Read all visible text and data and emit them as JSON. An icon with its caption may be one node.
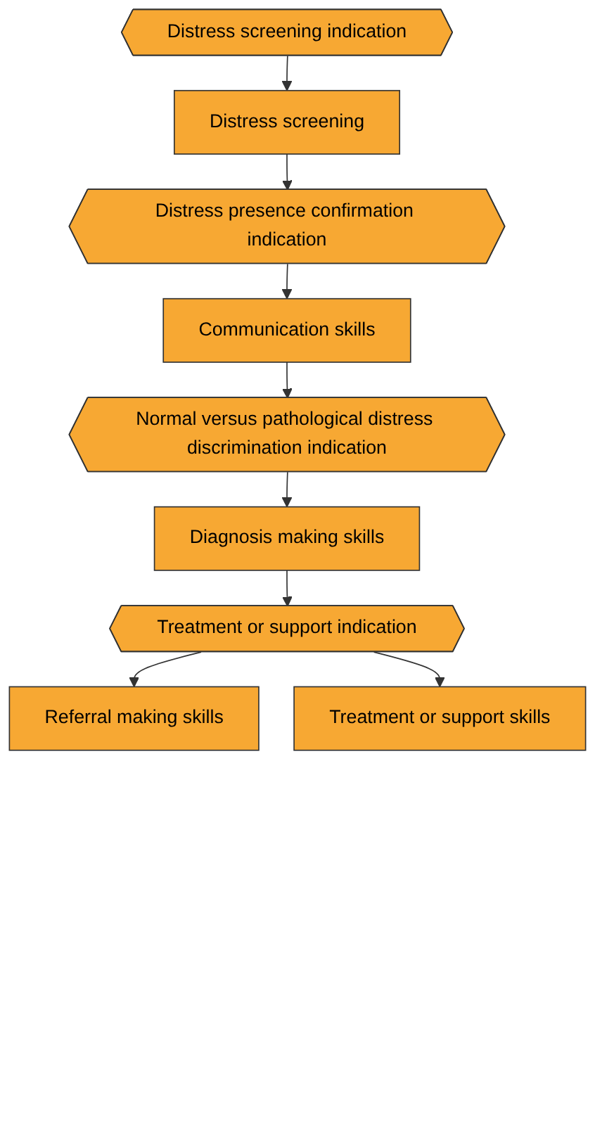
{
  "diagram": {
    "nodes": [
      {
        "text": [
          "Distress screening indication"
        ]
      },
      {
        "text": [
          "Distress screening"
        ]
      },
      {
        "text": [
          "Distress presence confirmation indication"
        ]
      },
      {
        "text": [
          "Communication skills"
        ]
      },
      {
        "text": [
          "Normal versus pathological distress discrimination indication"
        ]
      },
      {
        "text": [
          "Diagnosis making skills"
        ]
      },
      {
        "text": [
          "Treatment or support indication"
        ]
      },
      {
        "text": [
          "Referral making skills"
        ]
      },
      {
        "text": [
          "Treatment or support skills"
        ]
      }
    ],
    "edges": [
      {
        "from": 0,
        "to": 1,
        "arrow": "to"
      },
      {
        "from": 1,
        "to": 2,
        "arrow": "to"
      },
      {
        "from": 2,
        "to": 3,
        "arrow": "to"
      },
      {
        "from": 3,
        "to": 4,
        "arrow": "to"
      },
      {
        "from": 4,
        "to": 5,
        "arrow": "to"
      },
      {
        "from": 5,
        "to": 6,
        "arrow": "to"
      },
      {
        "from": 6,
        "to": 7,
        "arrow": "to"
      },
      {
        "from": 6,
        "to": 8,
        "arrow": "to"
      }
    ]
  }
}
